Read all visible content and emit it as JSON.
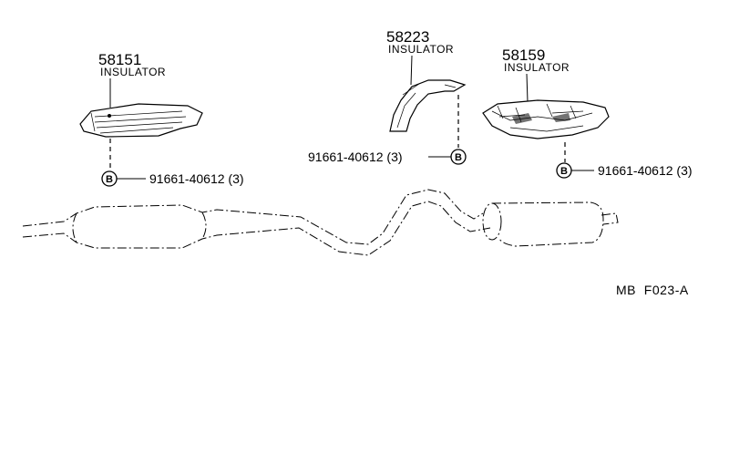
{
  "parts": [
    {
      "number": "58151",
      "name": "INSULATOR"
    },
    {
      "number": "58223",
      "name": "INSULATOR"
    },
    {
      "number": "58159",
      "name": "INSULATOR"
    }
  ],
  "bolts": [
    {
      "marker": "B",
      "part": "91661-40612 (3)"
    },
    {
      "marker": "B",
      "part": "91661-40612 (3)"
    },
    {
      "marker": "B",
      "part": "91661-40612 (3)"
    }
  ],
  "reference": {
    "code": "MB  F023-A"
  }
}
